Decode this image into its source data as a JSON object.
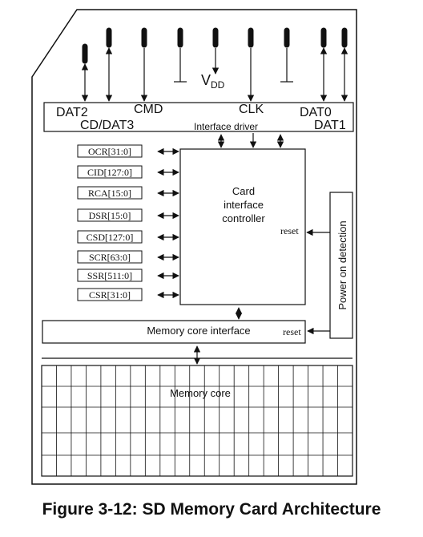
{
  "pins": {
    "dat2": "DAT2",
    "cd_dat3": "CD/DAT3",
    "cmd": "CMD",
    "vdd_main": "V",
    "vdd_sub": "DD",
    "clk": "CLK",
    "dat0": "DAT0",
    "dat1": "DAT1"
  },
  "interface_driver": "Interface driver",
  "registers": [
    "OCR[31:0]",
    "CID[127:0]",
    "RCA[15:0]",
    "DSR[15:0]",
    "CSD[127:0]",
    "SCR[63:0]",
    "SSR[511:0]",
    "CSR[31:0]"
  ],
  "controller": [
    "Card",
    "interface",
    "controller"
  ],
  "reset_label": "reset",
  "power_on_detection": "Power on detection",
  "memory_core_interface": "Memory core interface",
  "memory_core": "Memory core",
  "caption": "Figure 3-12: SD Memory Card Architecture"
}
